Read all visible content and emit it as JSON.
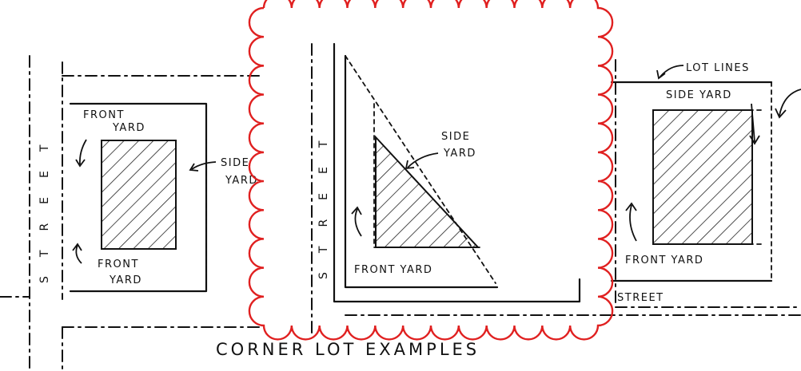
{
  "title": "CORNER LOT EXAMPLES",
  "labels": {
    "front_yard": "FRONT YARD",
    "front": "FRONT",
    "yard": "YARD",
    "side": "SIDE",
    "side_yard": "SIDE YARD",
    "lot_lines": "LOT LINES",
    "street": "STREET"
  },
  "colors": {
    "ink": "#111111",
    "cloud": "#e02020",
    "background": "#ffffff"
  }
}
